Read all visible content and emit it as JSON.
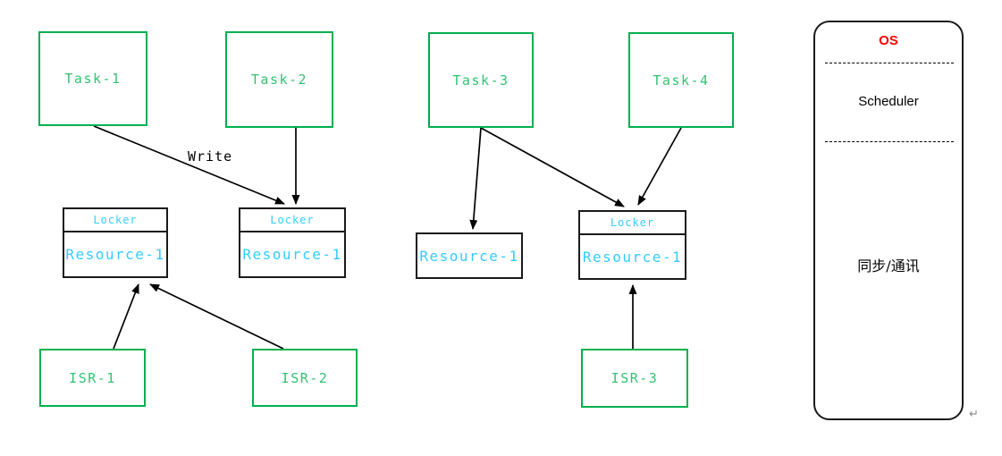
{
  "colors": {
    "task_border": "#00b050",
    "task_text": "#33c273",
    "locker_text": "#33ccff",
    "resource_text": "#33ccff",
    "resource_border": "#1a1a1a",
    "os_title": "#ff0000",
    "arrow": "#000000",
    "return_mark": "#8a8a8a"
  },
  "tasks": [
    {
      "label": "Task-1"
    },
    {
      "label": "Task-2"
    },
    {
      "label": "Task-3"
    },
    {
      "label": "Task-4"
    }
  ],
  "isrs": [
    {
      "label": "ISR-1"
    },
    {
      "label": "ISR-2"
    },
    {
      "label": "ISR-3"
    }
  ],
  "resources": [
    {
      "locker": "Locker",
      "label": "Resource-1"
    },
    {
      "locker": "Locker",
      "label": "Resource-1"
    },
    {
      "label": "Resource-1"
    },
    {
      "locker": "Locker",
      "label": "Resource-1"
    }
  ],
  "edge_labels": {
    "write": "Write"
  },
  "os_panel": {
    "title": "OS",
    "scheduler": "Scheduler",
    "sync_comm": "同步/通讯"
  },
  "marks": {
    "line_break": "↵"
  }
}
